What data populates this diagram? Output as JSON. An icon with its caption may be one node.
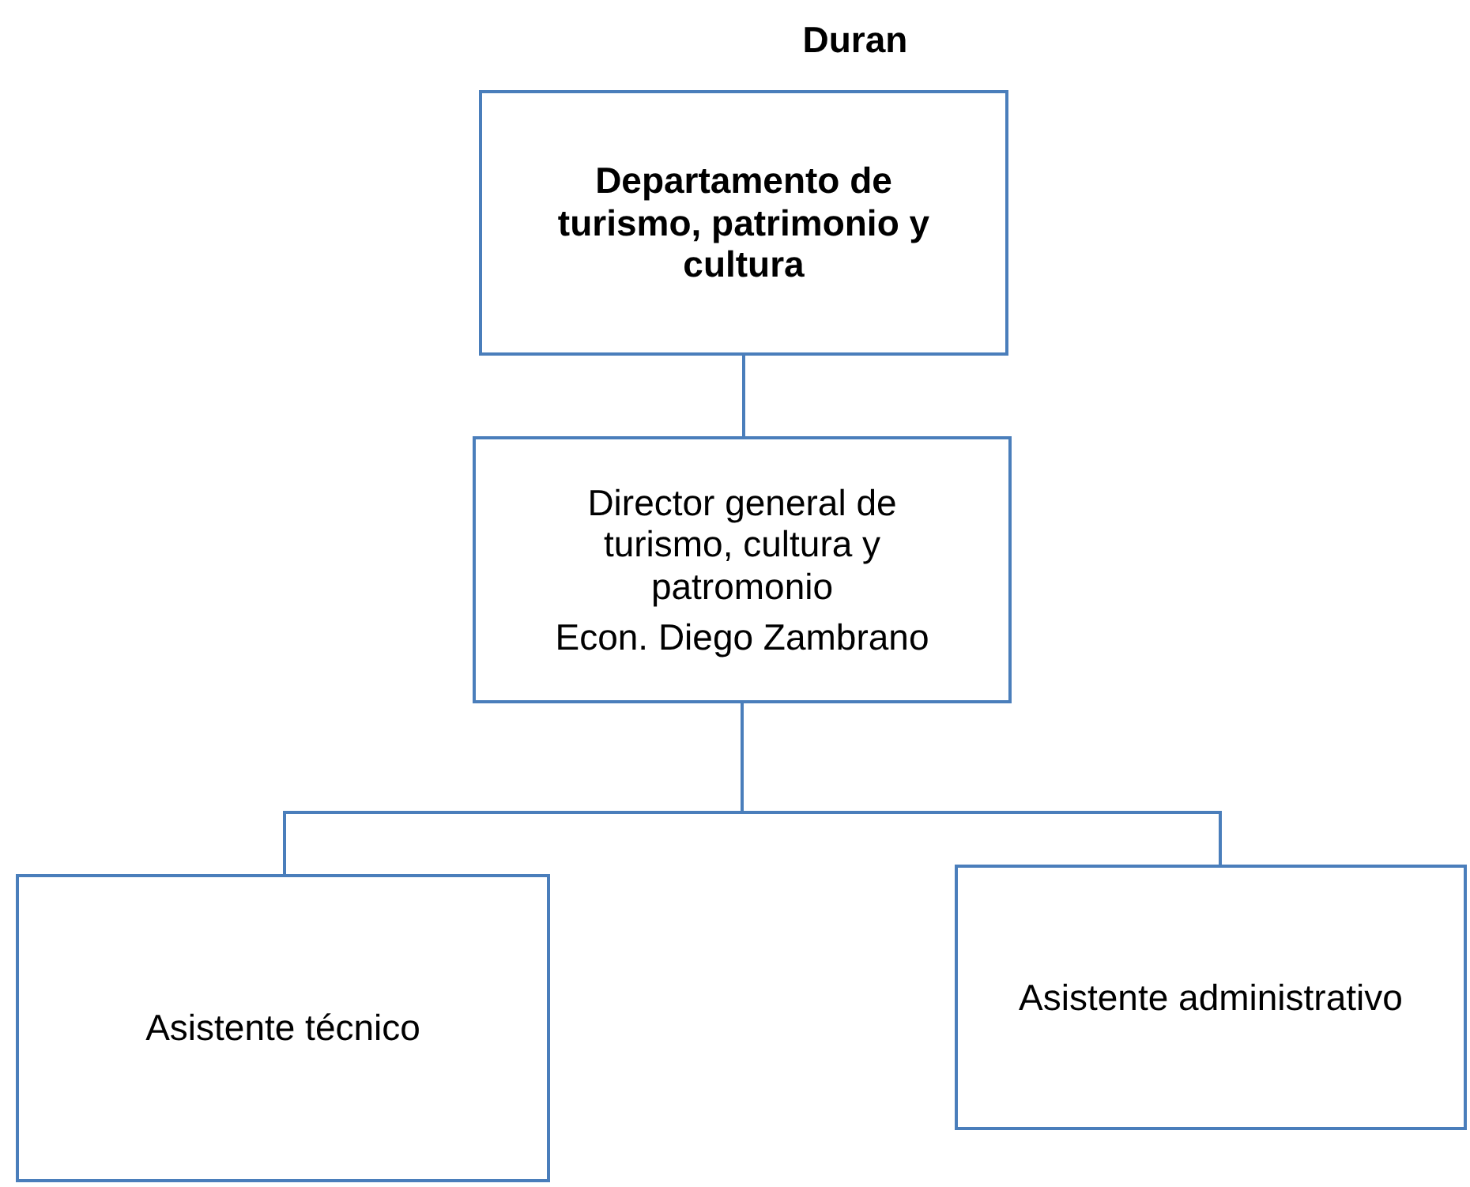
{
  "diagram": {
    "title": "Duran",
    "nodes": [
      {
        "text": [
          "Departamento de turismo, patrimonio y cultura"
        ]
      },
      {
        "text": [
          "Director general de turismo, cultura y patromonio",
          "Econ. Diego Zambrano"
        ]
      },
      {
        "text": [
          "Asistente técnico"
        ]
      },
      {
        "text": [
          "Asistente administrativo"
        ]
      }
    ],
    "edges": [
      {
        "from": 0,
        "to": 1,
        "arrow": "none"
      },
      {
        "from": 1,
        "to": 2,
        "arrow": "none"
      },
      {
        "from": 1,
        "to": 3,
        "arrow": "none"
      }
    ]
  }
}
